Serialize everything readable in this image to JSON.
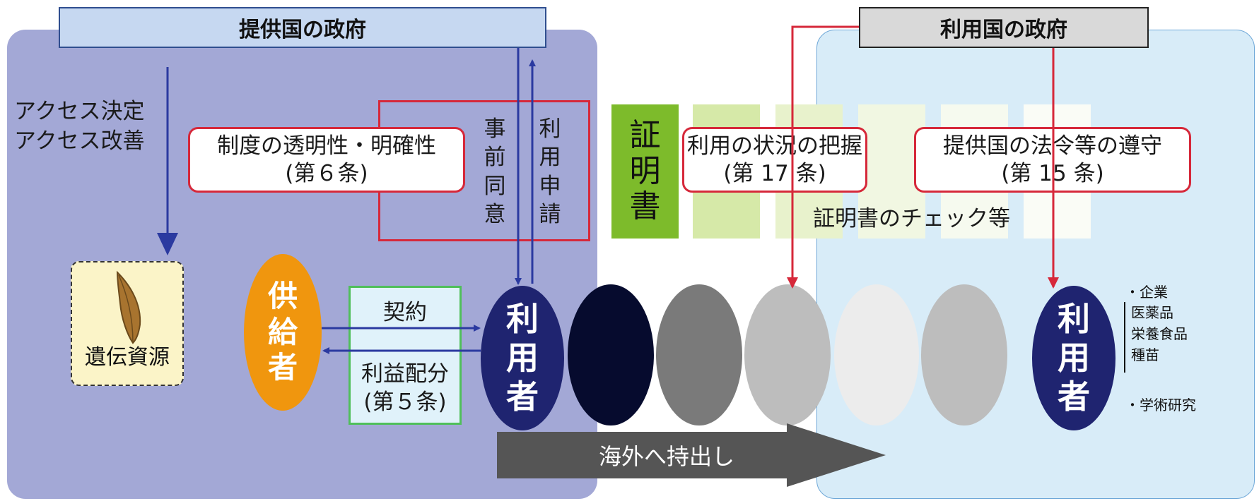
{
  "gov_provider": "提供国の政府",
  "gov_user": "利用国の政府",
  "access_line1": "アクセス決定",
  "access_line2": "アクセス改善",
  "transparency_line1": "制度の透明性・明確性",
  "transparency_line2": "(第６条)",
  "prior_consent": "事前同意",
  "use_application": "利用申請",
  "certificate": "証明書",
  "genetic_resource": "遺伝資源",
  "supplier": "供給者",
  "contract": "契約",
  "benefit_line1": "利益配分",
  "benefit_line2": "(第５条)",
  "user_left": "利用者",
  "user_right": "利用者",
  "monitoring_line1": "利用の状況の把握",
  "monitoring_line2": "(第 17 条)",
  "compliance_line1": "提供国の法令等の遵守",
  "compliance_line2": "(第 15 条)",
  "cert_check": "証明書のチェック等",
  "export": "海外へ持出し",
  "side_list": {
    "company": "・企業",
    "pharma": "医薬品",
    "food": "栄養食品",
    "seeds": "種苗",
    "academic": "・学術研究"
  },
  "colors": {
    "provider_panel": "#a3a8d6",
    "user_panel": "#d8ecf8",
    "user_oval": "#1f2470",
    "supplier_oval": "#f0960e",
    "certificate": "#7dbb2b",
    "red_accent": "#d6283a",
    "blue_arrow": "#2b3aa0"
  },
  "icons": {
    "genetic_resource": "leaf-icon"
  }
}
